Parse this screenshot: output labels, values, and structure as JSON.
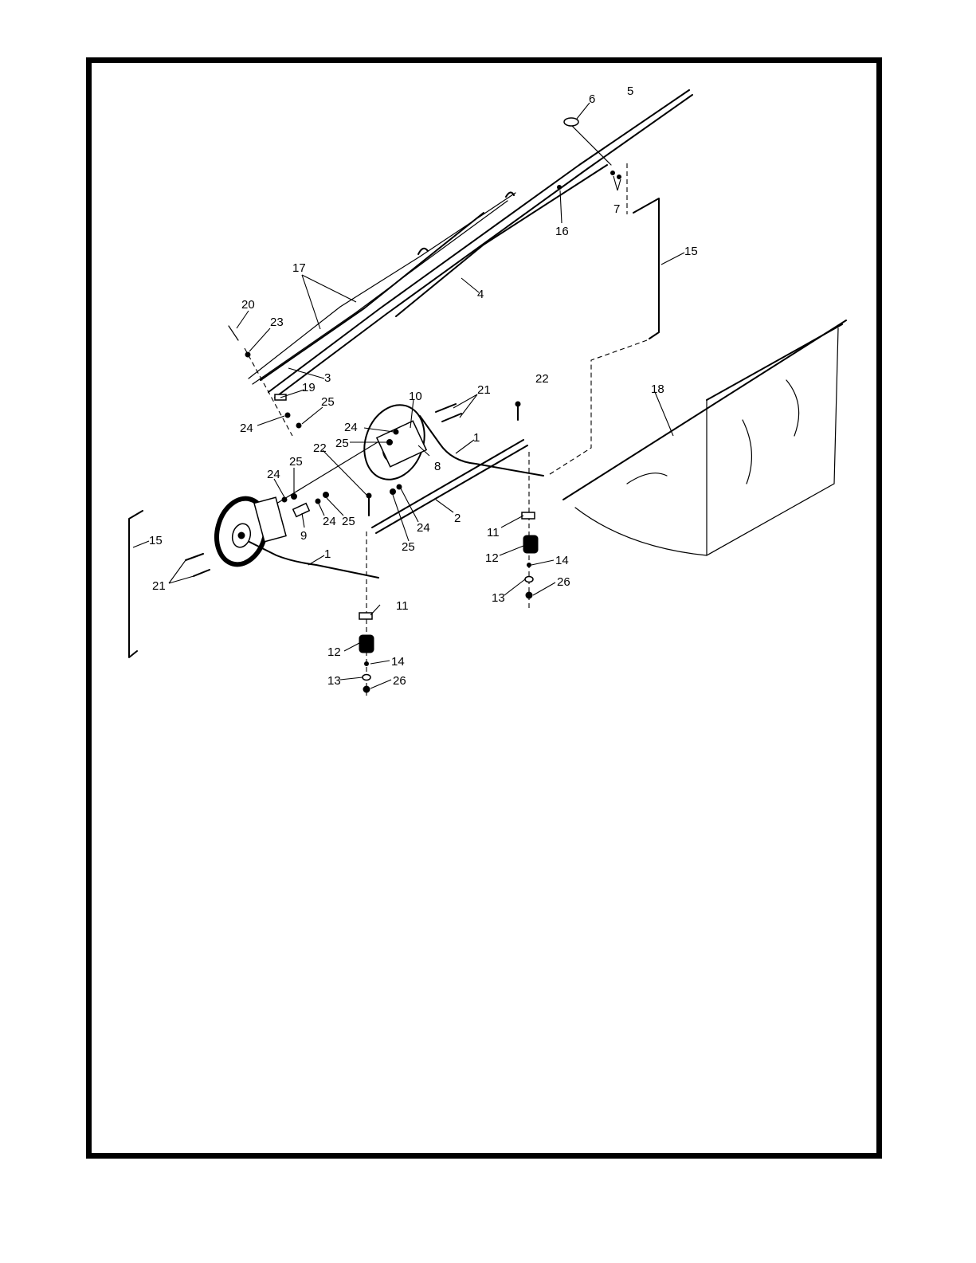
{
  "figure": {
    "kind": "exploded parts diagram",
    "callouts": [
      {
        "id": "c6",
        "text": "6"
      },
      {
        "id": "c5",
        "text": "5"
      },
      {
        "id": "c7",
        "text": "7"
      },
      {
        "id": "c16",
        "text": "16"
      },
      {
        "id": "c15a",
        "text": "15"
      },
      {
        "id": "c17",
        "text": "17"
      },
      {
        "id": "c4",
        "text": "4"
      },
      {
        "id": "c20",
        "text": "20"
      },
      {
        "id": "c23",
        "text": "23"
      },
      {
        "id": "c3",
        "text": "3"
      },
      {
        "id": "c19",
        "text": "19"
      },
      {
        "id": "c25a",
        "text": "25"
      },
      {
        "id": "c24a",
        "text": "24"
      },
      {
        "id": "c10",
        "text": "10"
      },
      {
        "id": "c21a",
        "text": "21"
      },
      {
        "id": "c22a",
        "text": "22"
      },
      {
        "id": "c18",
        "text": "18"
      },
      {
        "id": "c24b",
        "text": "24"
      },
      {
        "id": "c25b",
        "text": "25"
      },
      {
        "id": "c1a",
        "text": "1"
      },
      {
        "id": "c8",
        "text": "8"
      },
      {
        "id": "c22b",
        "text": "22"
      },
      {
        "id": "c25c",
        "text": "25"
      },
      {
        "id": "c24c",
        "text": "24"
      },
      {
        "id": "c2",
        "text": "2"
      },
      {
        "id": "c24d",
        "text": "24"
      },
      {
        "id": "c25d",
        "text": "25"
      },
      {
        "id": "c24e",
        "text": "24"
      },
      {
        "id": "c9",
        "text": "9"
      },
      {
        "id": "c25e",
        "text": "25"
      },
      {
        "id": "c15b",
        "text": "15"
      },
      {
        "id": "c1b",
        "text": "1"
      },
      {
        "id": "c11a",
        "text": "11"
      },
      {
        "id": "c12a",
        "text": "12"
      },
      {
        "id": "c14a",
        "text": "14"
      },
      {
        "id": "c13a",
        "text": "13"
      },
      {
        "id": "c26a",
        "text": "26"
      },
      {
        "id": "c21b",
        "text": "21"
      },
      {
        "id": "c11b",
        "text": "11"
      },
      {
        "id": "c12b",
        "text": "12"
      },
      {
        "id": "c14b",
        "text": "14"
      },
      {
        "id": "c13b",
        "text": "13"
      },
      {
        "id": "c26b",
        "text": "26"
      }
    ]
  },
  "colors": {
    "ink": "#000000",
    "paper": "#ffffff"
  }
}
